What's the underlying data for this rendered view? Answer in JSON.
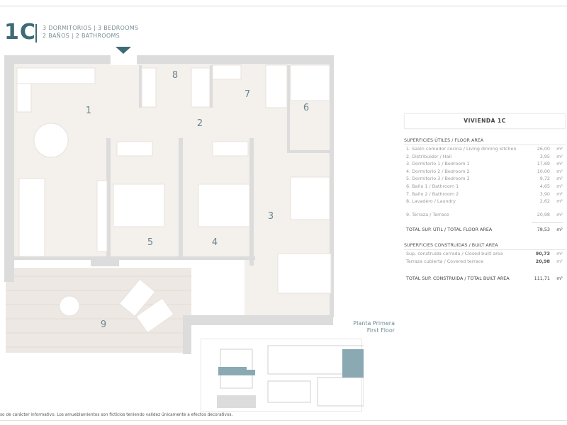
{
  "header": {
    "unit": "1C",
    "line1": "3 DORMITORIOS | 3 BEDROOMS",
    "line2": "2 BAÑOS | 2 BATHROOMS",
    "entrance_icon": "triangle-down-icon"
  },
  "plan": {
    "room_numbers": [
      "1",
      "2",
      "3",
      "4",
      "5",
      "6",
      "7",
      "8",
      "9"
    ]
  },
  "table": {
    "title": "VIVIENDA 1C",
    "floor_area_header": "SUPERFICIES ÚTILES / FLOOR AREA",
    "rows": [
      {
        "label": "1. Salón comedor cocina / Living dinning kitchen",
        "value": "26,00",
        "unit": "m²"
      },
      {
        "label": "2. Distribuidor / Hall",
        "value": "3,95",
        "unit": "m²"
      },
      {
        "label": "3. Dormitorio 1 / Bedroom 1",
        "value": "17,69",
        "unit": "m²"
      },
      {
        "label": "4. Dormitorio 2 / Bedroom 2",
        "value": "10,00",
        "unit": "m²"
      },
      {
        "label": "5. Dormitorio 3 / Bedroom 3",
        "value": "9,72",
        "unit": "m²"
      },
      {
        "label": "6. Baño 1 / Bathroom 1",
        "value": "4,65",
        "unit": "m²"
      },
      {
        "label": "7. Baño 2 / Bathroom 2",
        "value": "3,90",
        "unit": "m²"
      },
      {
        "label": "8. Lavadero / Laundry",
        "value": "2,62",
        "unit": "m²"
      }
    ],
    "terrace": {
      "label": "9. Terraza / Terrace",
      "value": "20,98",
      "unit": "m²"
    },
    "total_floor": {
      "label": "TOTAL SUP. ÚTIL / TOTAL FLOOR AREA",
      "value": "78,53",
      "unit": "m²"
    },
    "built_area_header": "SUPERFICIES CONSTRUIDAS / BUILT AREA",
    "built_rows": [
      {
        "label": "Sup. construida cerrada / Closed built area",
        "value": "90,73",
        "unit": "m²"
      },
      {
        "label": "Terraza cubierta / Covered terrace",
        "value": "20,98",
        "unit": "m²"
      }
    ],
    "total_built": {
      "label": "TOTAL SUP. CONSTRUIDA / TOTAL BUILT AREA",
      "value": "111,71",
      "unit": "m²"
    }
  },
  "floor": {
    "es": "Planta Primera",
    "en": "First Floor"
  },
  "colors": {
    "accent": "#3e6b77",
    "highlight": "#8aa9b3",
    "floor": "#f4f0ec",
    "wall": "#dcdcdc"
  },
  "footer": "so de carácter informativo. Los amueblamientos son ficticios teniendo validez únicamente a efectos decorativos."
}
